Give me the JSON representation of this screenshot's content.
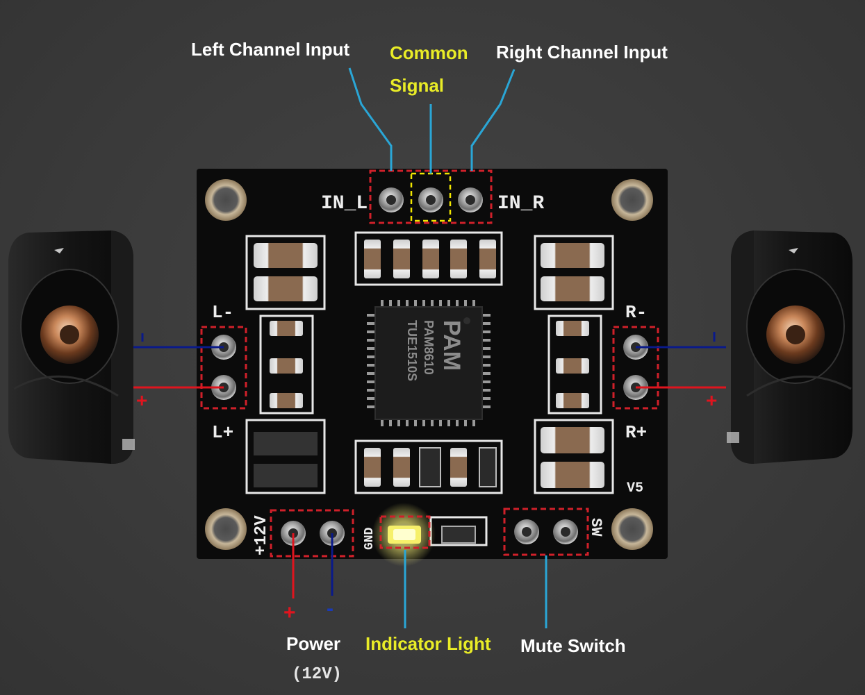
{
  "labels": {
    "left_channel_input": "Left Channel Input",
    "common_line1": "Common",
    "common_line2": "Signal",
    "right_channel_input": "Right Channel Input",
    "power": "Power",
    "power_voltage": "(12V)",
    "indicator_light": "Indicator Light",
    "mute_switch": "Mute Switch"
  },
  "board": {
    "in_l": "IN_L",
    "in_r": "IN_R",
    "l_minus": "L-",
    "l_plus": "L+",
    "r_minus": "R-",
    "r_plus": "R+",
    "plus_12v": "+12V",
    "gnd": "GND",
    "sw": "SW",
    "version": "V5",
    "chip_brand": "PAM",
    "chip_model": "PAM8610",
    "chip_code": "TUE1510S"
  },
  "polarity": {
    "plus": "+",
    "minus": "-"
  },
  "colors": {
    "callout_line": "#2aa6d6",
    "positive_wire": "#e0141e",
    "negative_wire": "#0a1a8a",
    "highlight_red": "#d0202a",
    "highlight_yellow": "#f2e600",
    "label_white": "#ffffff",
    "label_yellow": "#e9ec27",
    "pcb": "#0b0b0b"
  }
}
